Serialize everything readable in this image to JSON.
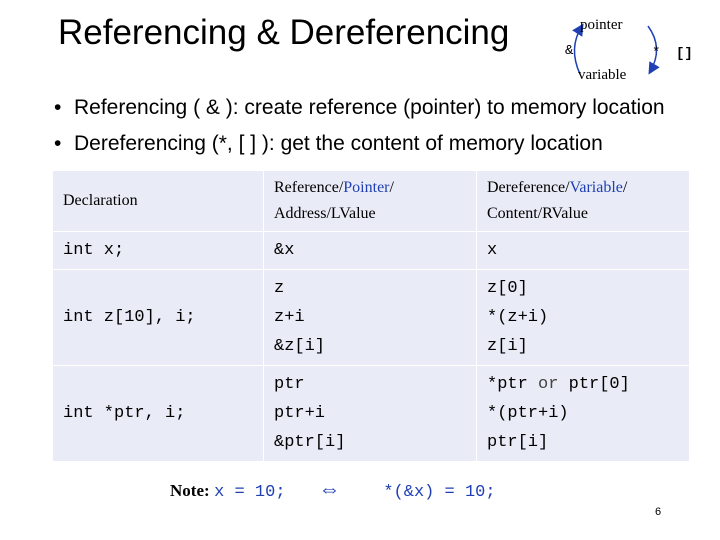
{
  "title": "Referencing & Dereferencing",
  "diagram": {
    "top": "pointer",
    "bottom": "variable",
    "left_op": "&",
    "right_op1": "*",
    "right_op2": "[]"
  },
  "bullets": [
    "Referencing ( & ): create reference (pointer) to memory location",
    "Dereferencing (*, [ ] ): get the content of memory location"
  ],
  "table": {
    "headers": {
      "declaration": "Declaration",
      "ref_a": "Reference/",
      "ref_b": "Pointer",
      "ref_c": "/",
      "ref_d": "Address/LValue",
      "deref_a": "Dereference/",
      "deref_b": "Variable",
      "deref_c": "/",
      "deref_d": "Content/RValue"
    },
    "row1": {
      "decl": "int x;",
      "ref": "&x",
      "deref": "x"
    },
    "row2": {
      "decl": "int z[10], i;",
      "ref": [
        "z",
        "z+i",
        "&z[i]"
      ],
      "deref": [
        "z[0]",
        "*(z+i)",
        "z[i]"
      ]
    },
    "row3": {
      "decl": "int *ptr, i;",
      "ref": [
        "ptr",
        "ptr+i",
        "&ptr[i]"
      ],
      "deref_a": "*ptr",
      "deref_or": " or ",
      "deref_b": "ptr[0]",
      "deref": [
        "*(ptr+i)",
        "ptr[i]"
      ]
    }
  },
  "note": {
    "label": "Note:",
    "left": "x = 10;",
    "arrow": "⇔",
    "right": "*(&x) = 10;"
  },
  "page_number": "6"
}
